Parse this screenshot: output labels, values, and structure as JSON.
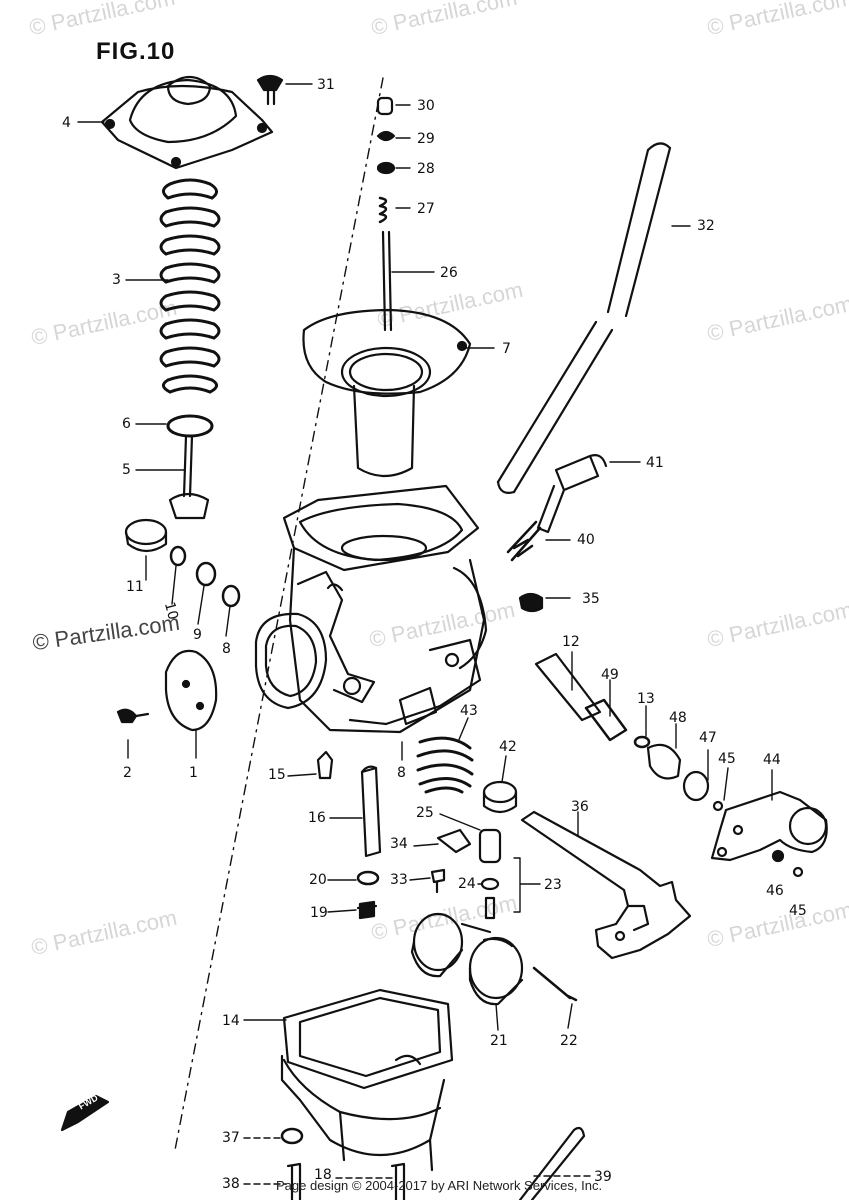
{
  "figure": {
    "title": "FIG.10"
  },
  "watermark": {
    "text": "© Partzilla.com"
  },
  "footer": {
    "text": "Page design © 2004-2017 by ARI Network Services, Inc."
  },
  "fwd": {
    "label": "FWD"
  },
  "callouts": {
    "c1": "1",
    "c2": "2",
    "c3": "3",
    "c4": "4",
    "c5": "5",
    "c6": "6",
    "c7": "7",
    "c8a": "8",
    "c8b": "8",
    "c9": "9",
    "c10": "10",
    "c11": "11",
    "c12": "12",
    "c13": "13",
    "c14": "14",
    "c15": "15",
    "c16": "16",
    "c18": "18",
    "c19": "19",
    "c20": "20",
    "c21": "21",
    "c22": "22",
    "c23": "23",
    "c24": "24",
    "c25": "25",
    "c26": "26",
    "c27": "27",
    "c28": "28",
    "c29": "29",
    "c30": "30",
    "c31": "31",
    "c32": "32",
    "c33": "33",
    "c34": "34",
    "c35": "35",
    "c36": "36",
    "c37": "37",
    "c38": "38",
    "c39": "39",
    "c40": "40",
    "c41": "41",
    "c42": "42",
    "c43": "43",
    "c44": "44",
    "c45a": "45",
    "c45b": "45",
    "c46": "46",
    "c47": "47",
    "c48": "48",
    "c49": "49"
  }
}
